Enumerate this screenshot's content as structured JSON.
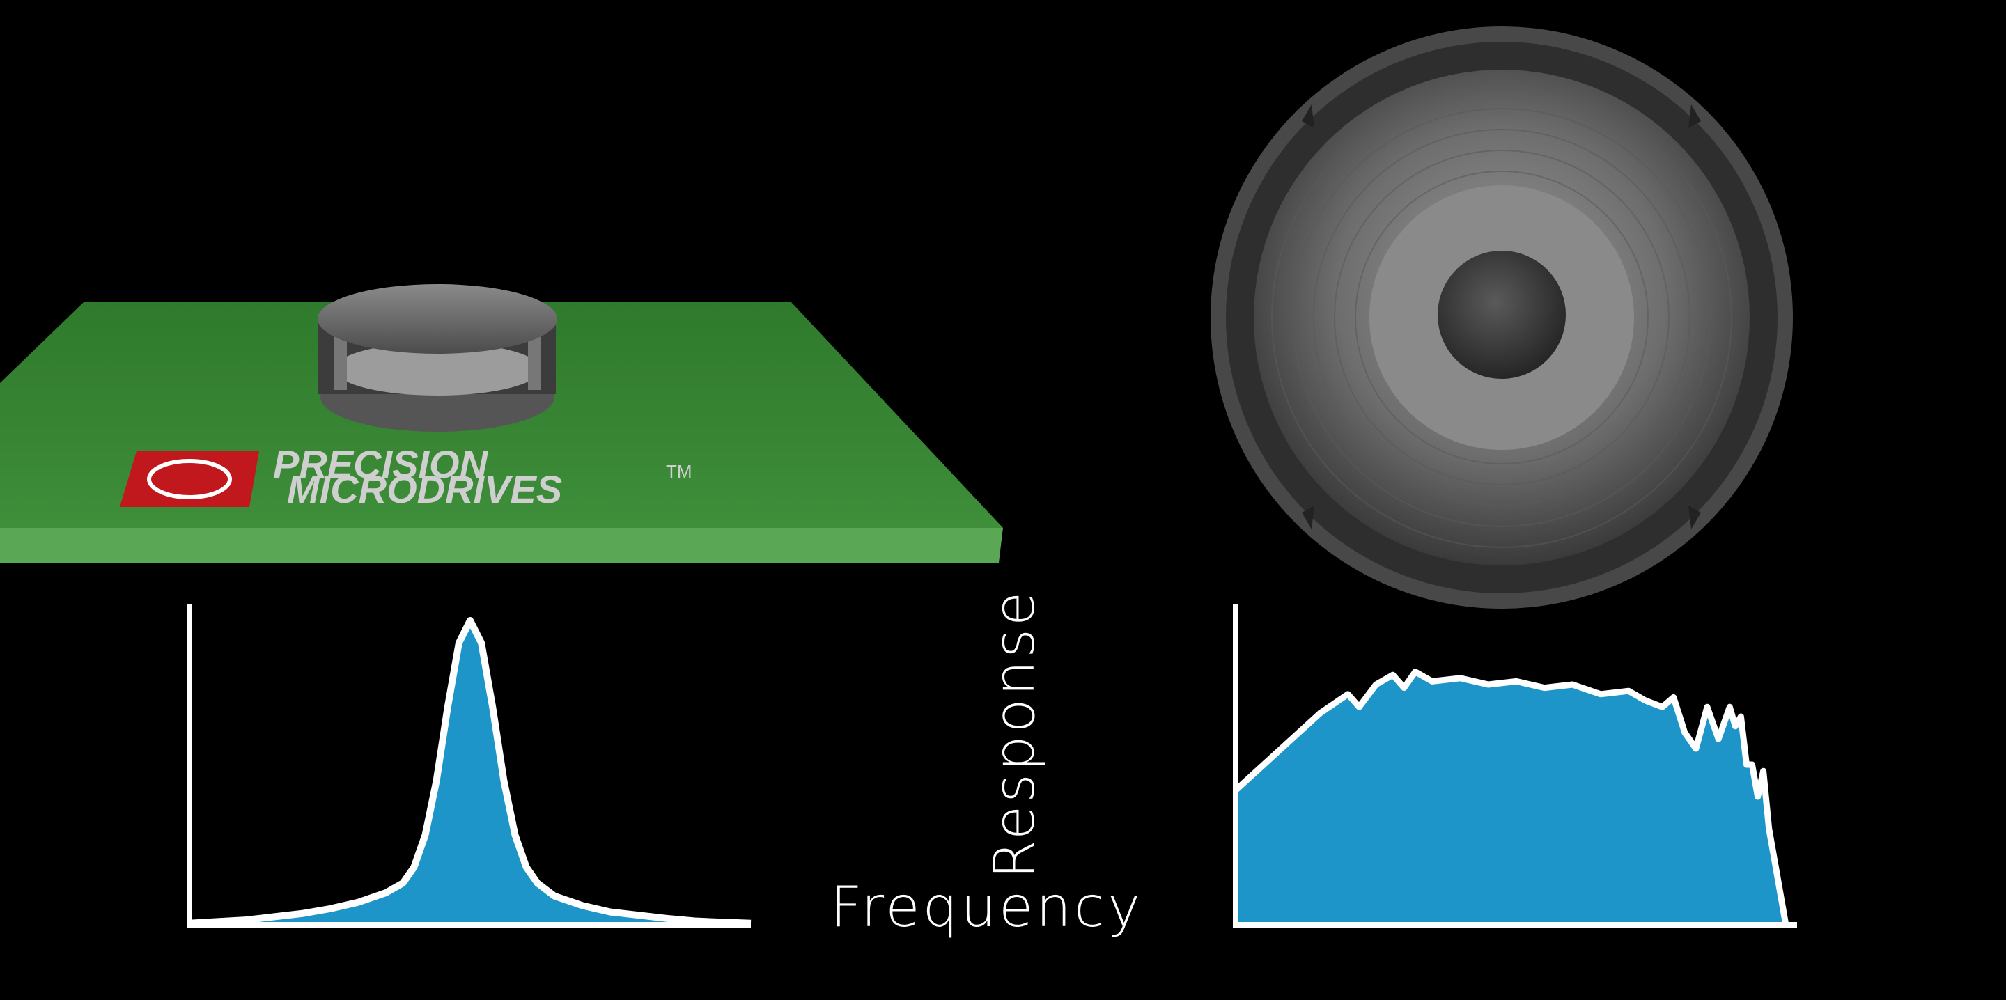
{
  "labels": {
    "frequency": "Frequency",
    "response": "Response"
  },
  "logo": {
    "line1": "PRECISION",
    "line2": "MICRODRIVES",
    "tm": "TM"
  },
  "colors": {
    "background": "#000000",
    "curve_fill": "#1e95c8",
    "curve_stroke": "#ffffff",
    "pcb_green": "#3d8a3a",
    "logo_red": "#c0181c"
  },
  "chart_data": [
    {
      "type": "area",
      "title": "",
      "xlabel": "Frequency",
      "ylabel": "Response",
      "note": "Narrow resonant peak (component on PCB)",
      "xlim": [
        0,
        1
      ],
      "ylim": [
        0,
        1
      ],
      "x": [
        0,
        0.05,
        0.1,
        0.15,
        0.2,
        0.25,
        0.3,
        0.35,
        0.38,
        0.4,
        0.42,
        0.44,
        0.46,
        0.48,
        0.5,
        0.52,
        0.54,
        0.56,
        0.58,
        0.6,
        0.62,
        0.65,
        0.7,
        0.75,
        0.8,
        0.85,
        0.9,
        0.95,
        1.0
      ],
      "y": [
        0.005,
        0.01,
        0.015,
        0.025,
        0.035,
        0.05,
        0.07,
        0.1,
        0.13,
        0.18,
        0.28,
        0.45,
        0.68,
        0.88,
        0.95,
        0.88,
        0.68,
        0.45,
        0.28,
        0.18,
        0.13,
        0.09,
        0.06,
        0.04,
        0.03,
        0.02,
        0.012,
        0.008,
        0.005
      ]
    },
    {
      "type": "area",
      "title": "",
      "xlabel": "Frequency",
      "ylabel": "Response",
      "note": "Broad, flat-topped response (loudspeaker)",
      "xlim": [
        0,
        1
      ],
      "ylim": [
        0,
        1
      ],
      "x": [
        0,
        0.05,
        0.1,
        0.15,
        0.2,
        0.22,
        0.25,
        0.28,
        0.3,
        0.32,
        0.35,
        0.4,
        0.45,
        0.5,
        0.55,
        0.6,
        0.65,
        0.7,
        0.73,
        0.76,
        0.78,
        0.8,
        0.82,
        0.84,
        0.86,
        0.88,
        0.89,
        0.9,
        0.91,
        0.92,
        0.93,
        0.94,
        0.95,
        0.96,
        0.98
      ],
      "y": [
        0.42,
        0.5,
        0.58,
        0.66,
        0.72,
        0.68,
        0.75,
        0.78,
        0.74,
        0.79,
        0.76,
        0.77,
        0.75,
        0.76,
        0.74,
        0.75,
        0.72,
        0.73,
        0.7,
        0.68,
        0.71,
        0.6,
        0.55,
        0.68,
        0.58,
        0.68,
        0.62,
        0.65,
        0.5,
        0.5,
        0.4,
        0.48,
        0.3,
        0.2,
        0.0
      ]
    }
  ]
}
